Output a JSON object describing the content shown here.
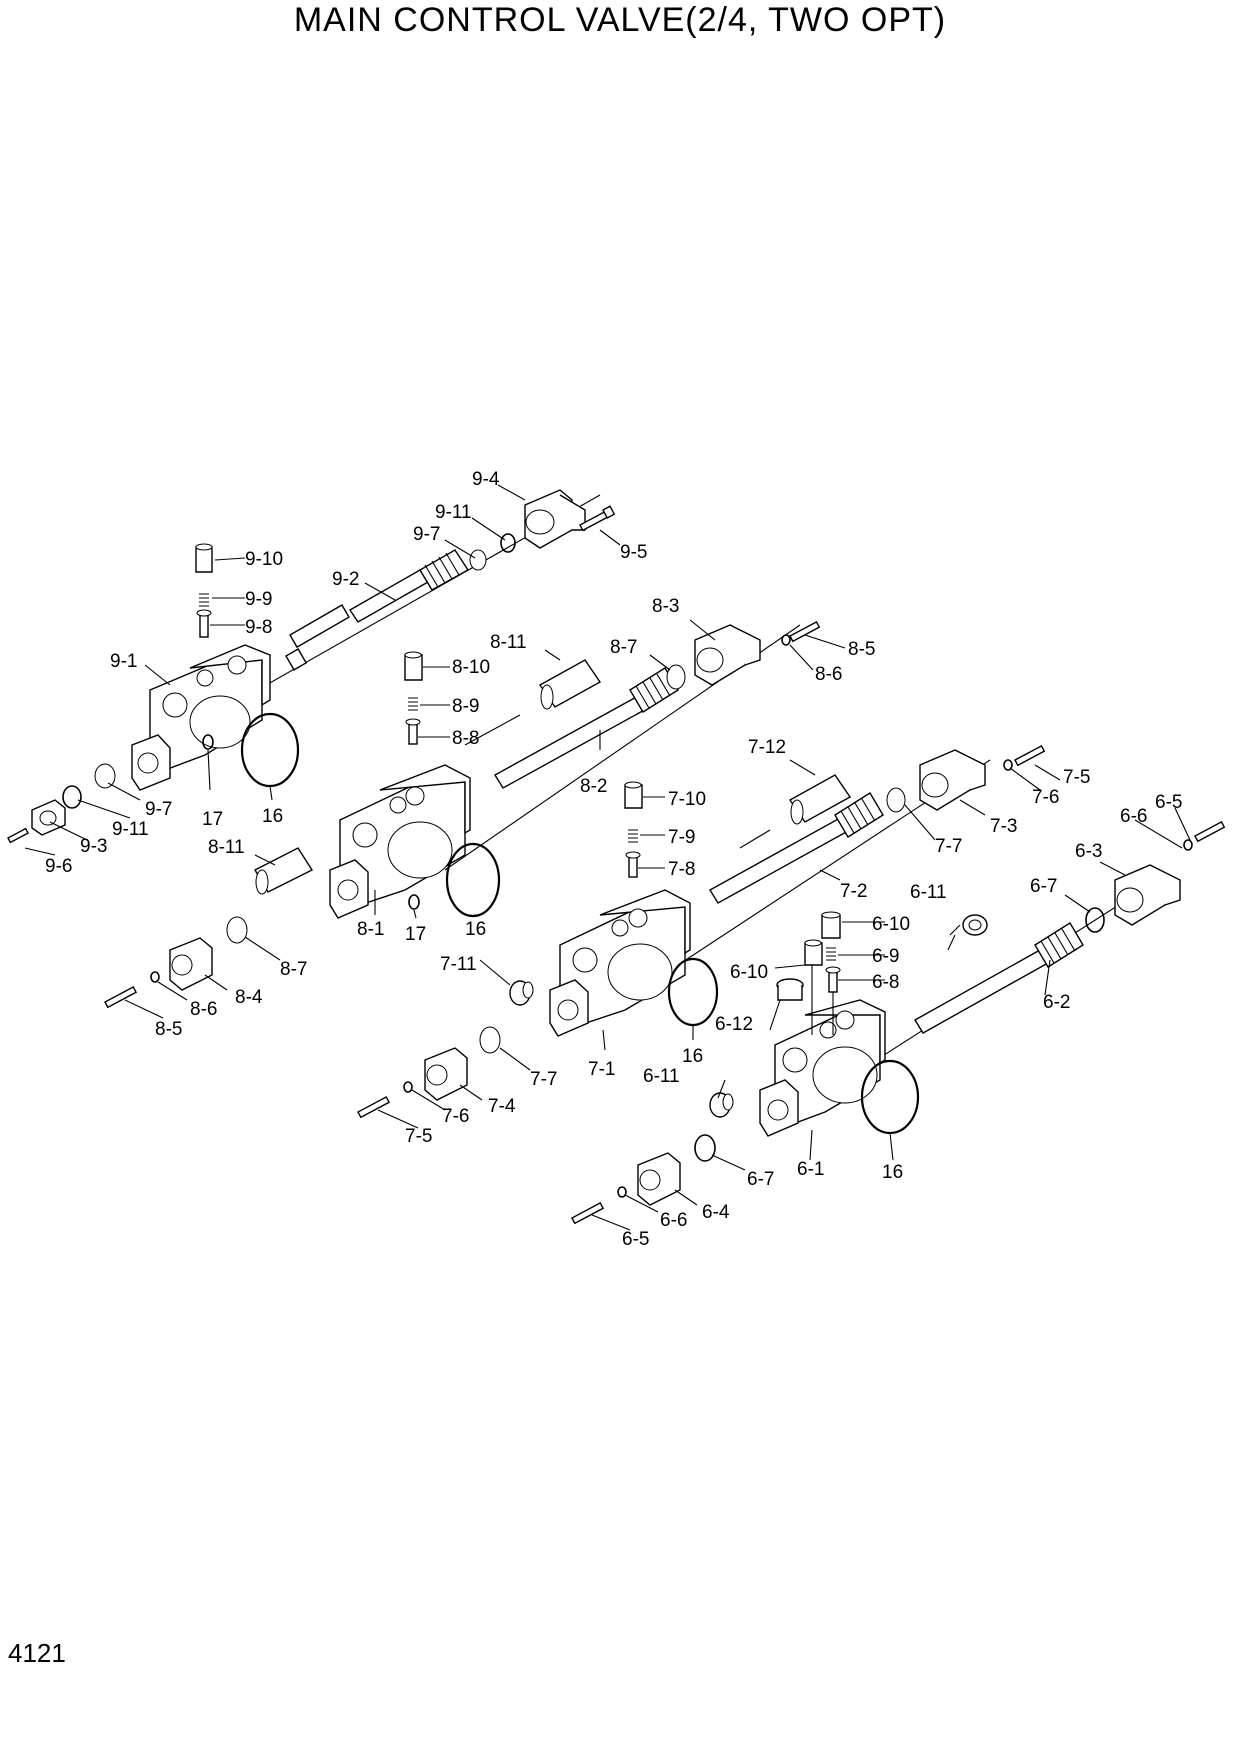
{
  "title": "MAIN CONTROL VALVE(2/4, TWO OPT)",
  "page_number": "4121",
  "callouts": [
    {
      "id": "c1",
      "text": "9-4"
    },
    {
      "id": "c2",
      "text": "9-11"
    },
    {
      "id": "c3",
      "text": "9-7"
    },
    {
      "id": "c4",
      "text": "9-5"
    },
    {
      "id": "c5",
      "text": "9-10"
    },
    {
      "id": "c6",
      "text": "9-9"
    },
    {
      "id": "c7",
      "text": "9-8"
    },
    {
      "id": "c8",
      "text": "9-2"
    },
    {
      "id": "c9",
      "text": "9-1"
    },
    {
      "id": "c10",
      "text": "9-7"
    },
    {
      "id": "c11",
      "text": "9-11"
    },
    {
      "id": "c12",
      "text": "9-3"
    },
    {
      "id": "c13",
      "text": "9-6"
    },
    {
      "id": "c14",
      "text": "17"
    },
    {
      "id": "c15",
      "text": "16"
    },
    {
      "id": "c16",
      "text": "8-3"
    },
    {
      "id": "c17",
      "text": "8-5"
    },
    {
      "id": "c18",
      "text": "8-6"
    },
    {
      "id": "c19",
      "text": "8-7"
    },
    {
      "id": "c20",
      "text": "8-11"
    },
    {
      "id": "c21",
      "text": "8-10"
    },
    {
      "id": "c22",
      "text": "8-9"
    },
    {
      "id": "c23",
      "text": "8-8"
    },
    {
      "id": "c24",
      "text": "8-2"
    },
    {
      "id": "c25",
      "text": "8-11"
    },
    {
      "id": "c26",
      "text": "8-1"
    },
    {
      "id": "c27",
      "text": "17"
    },
    {
      "id": "c28",
      "text": "16"
    },
    {
      "id": "c29",
      "text": "8-7"
    },
    {
      "id": "c30",
      "text": "8-4"
    },
    {
      "id": "c31",
      "text": "8-6"
    },
    {
      "id": "c32",
      "text": "8-5"
    },
    {
      "id": "c33",
      "text": "7-12"
    },
    {
      "id": "c34",
      "text": "7-10"
    },
    {
      "id": "c35",
      "text": "7-9"
    },
    {
      "id": "c36",
      "text": "7-8"
    },
    {
      "id": "c37",
      "text": "7-5"
    },
    {
      "id": "c38",
      "text": "7-6"
    },
    {
      "id": "c39",
      "text": "7-3"
    },
    {
      "id": "c40",
      "text": "7-7"
    },
    {
      "id": "c41",
      "text": "7-2"
    },
    {
      "id": "c42",
      "text": "7-11"
    },
    {
      "id": "c43",
      "text": "7-1"
    },
    {
      "id": "c44",
      "text": "16"
    },
    {
      "id": "c45",
      "text": "7-7"
    },
    {
      "id": "c46",
      "text": "7-4"
    },
    {
      "id": "c47",
      "text": "7-6"
    },
    {
      "id": "c48",
      "text": "7-5"
    },
    {
      "id": "c49",
      "text": "6-5"
    },
    {
      "id": "c50",
      "text": "6-6"
    },
    {
      "id": "c51",
      "text": "6-3"
    },
    {
      "id": "c52",
      "text": "6-7"
    },
    {
      "id": "c53",
      "text": "6-11"
    },
    {
      "id": "c54",
      "text": "6-10"
    },
    {
      "id": "c55",
      "text": "6-9"
    },
    {
      "id": "c56",
      "text": "6-8"
    },
    {
      "id": "c57",
      "text": "6-10"
    },
    {
      "id": "c58",
      "text": "6-2"
    },
    {
      "id": "c59",
      "text": "6-12"
    },
    {
      "id": "c60",
      "text": "6-11"
    },
    {
      "id": "c61",
      "text": "6-1"
    },
    {
      "id": "c62",
      "text": "16"
    },
    {
      "id": "c63",
      "text": "6-7"
    },
    {
      "id": "c64",
      "text": "6-4"
    },
    {
      "id": "c65",
      "text": "6-6"
    },
    {
      "id": "c66",
      "text": "6-5"
    }
  ]
}
